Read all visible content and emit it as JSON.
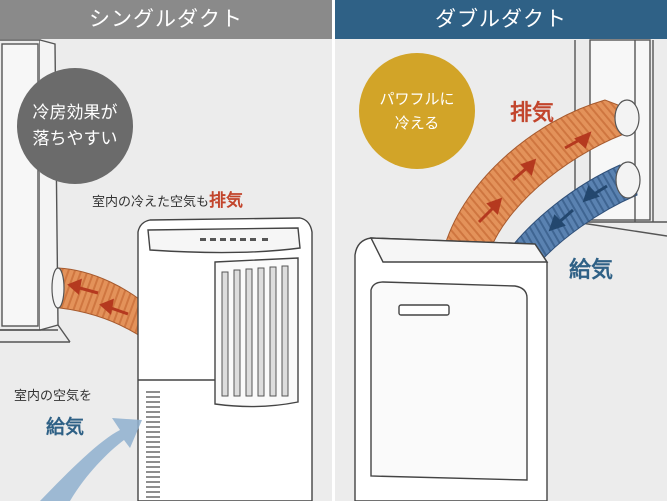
{
  "left": {
    "header": "シングルダクト",
    "badge": {
      "line1": "冷房効果が",
      "line2": "落ちやすい"
    },
    "exhaust": {
      "prefix": "室内の冷えた空気も",
      "emphasis": "排気"
    },
    "intake": {
      "text": "室内の空気を",
      "emphasis": "給気"
    }
  },
  "right": {
    "header": "ダブルダクト",
    "badge": {
      "line1": "パワフルに",
      "line2": "冷える"
    },
    "exhaust_label": "排気",
    "intake_label": "給気"
  },
  "colors": {
    "left_header_bg": "#8a8a8a",
    "right_header_bg": "#2f6186",
    "left_badge": "#6b6b6b",
    "right_badge": "#d2a428",
    "exhaust": "#c2452c",
    "intake": "#2f6186",
    "duct_orange": "#e0894a",
    "duct_blue": "#4f79a8"
  }
}
